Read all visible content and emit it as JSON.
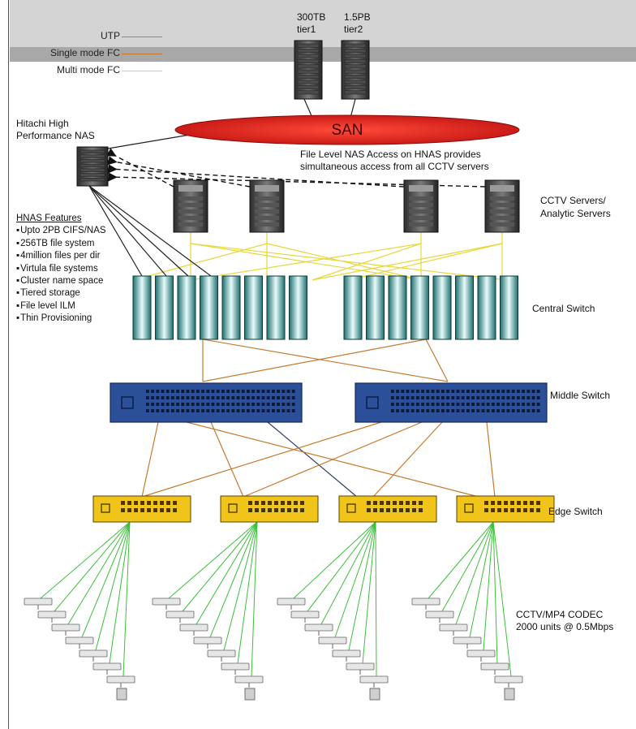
{
  "legend": [
    {
      "label": "UTP",
      "color": "#3cbf3c"
    },
    {
      "label": "Single mode FC",
      "color": "#c77a2e"
    },
    {
      "label": "Multi mode FC",
      "color": "#e7d83a"
    }
  ],
  "storage": {
    "tier1_size": "300TB",
    "tier1_name": "tier1",
    "tier2_size": "1.5PB",
    "tier2_name": "tier2"
  },
  "san_label": "SAN",
  "nas": {
    "line1": "Hitachi High",
    "line2": "Performance NAS"
  },
  "nas_note": {
    "line1": "File Level NAS Access on HNAS provides",
    "line2": "simultaneous access from all CCTV servers"
  },
  "hnas_features": {
    "title": "HNAS Features",
    "items": [
      "Upto 2PB CIFS/NAS",
      "256TB file system",
      "4million files per dir",
      "Virtula file systems",
      "Cluster name space",
      "Tiered storage",
      "File level ILM",
      "Thin Provisioning"
    ]
  },
  "servers_label": {
    "line1": "CCTV Servers/",
    "line2": "Analytic Servers"
  },
  "central_switch_label": "Central Switch",
  "middle_switch_label": "Middle Switch",
  "edge_switch_label": "Edge Switch",
  "codec_label": {
    "line1": "CCTV/MP4 CODEC",
    "line2": "2000 units @ 0.5Mbps"
  },
  "colors": {
    "san": "#d51a1a",
    "central_switch": "#2f8a8a",
    "middle_switch": "#2c4f9a",
    "edge_switch": "#f0c419",
    "utp": "#3cbf3c",
    "single_mode_fc": "#c77a2e",
    "multi_mode_fc": "#e7d83a"
  }
}
